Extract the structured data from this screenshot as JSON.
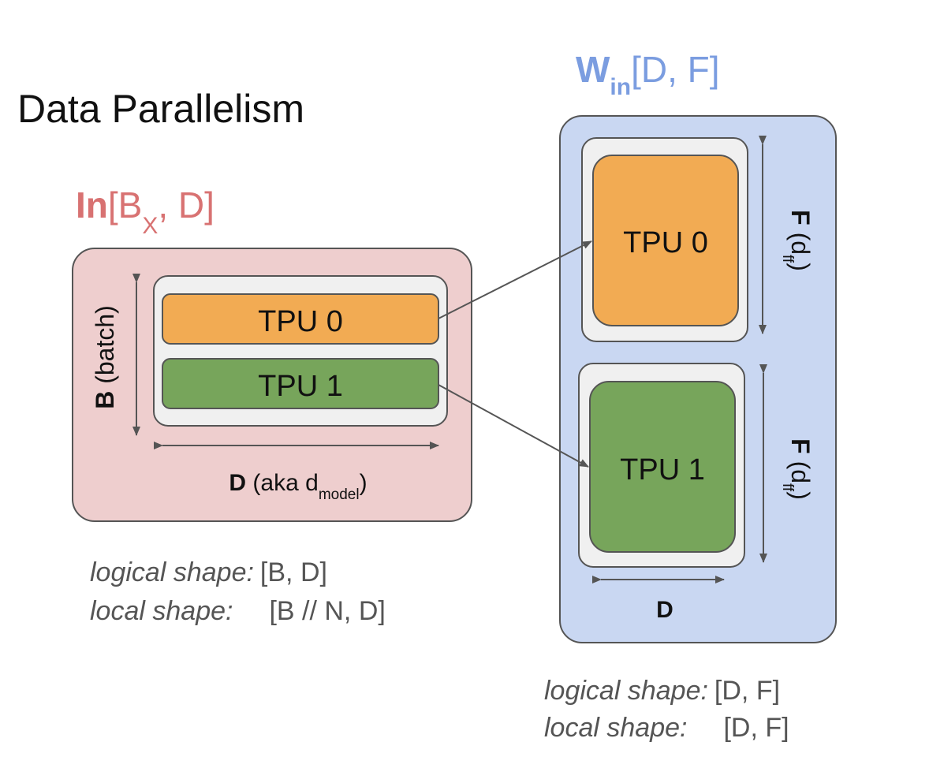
{
  "title": "Data Parallelism",
  "input": {
    "label_bold": "In",
    "label_open": "[B",
    "label_sub": "X",
    "label_close": ", D]",
    "tpus": [
      "TPU 0",
      "TPU 1"
    ],
    "batch_axis_bold": "B",
    "batch_axis_rest": " (batch)",
    "d_axis_bold": "D",
    "d_axis_rest": " (aka d",
    "d_axis_sub": "model",
    "d_axis_close": ")",
    "logical_shape_label": "logical shape:",
    "logical_shape_value": "[B, D]",
    "local_shape_label": "local shape:",
    "local_shape_value": "[B // N, D]"
  },
  "weight": {
    "label_bold": "W",
    "label_sub": "in",
    "label_rest": "[D, F]",
    "tpus": [
      "TPU 0",
      "TPU 1"
    ],
    "f_axis_bold": "F",
    "f_axis_rest": " (d",
    "f_axis_sub": "ff",
    "f_axis_close": ")",
    "d_axis": "D",
    "logical_shape_label": "logical shape:",
    "logical_shape_value": "[D, F]",
    "local_shape_label": "local shape:",
    "local_shape_value": "[D, F]"
  },
  "colors": {
    "input_bg": "#eecece",
    "weight_bg": "#c9d7f2",
    "tpu0": "#f2ab53",
    "tpu1": "#77a55b",
    "input_label": "#d87272",
    "weight_label": "#7b9de0",
    "caption": "#555555"
  }
}
